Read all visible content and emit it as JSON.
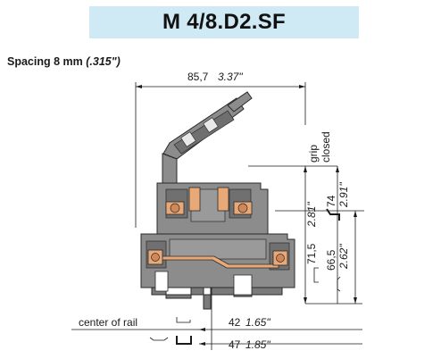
{
  "title": "M 4/8.D2.SF",
  "spacing": {
    "label": "Spacing 8 mm",
    "inch": "(.315\")"
  },
  "dimensions": {
    "width_mm": "85,7",
    "width_in": "3.37\"",
    "grip": "grip",
    "closed": "closed",
    "h1_mm": "71,5",
    "h1_in": "2.81\"",
    "h2_mm": "74",
    "h2_in": "2.91\"",
    "h3_mm": "66,5",
    "h3_in": "2.62\"",
    "center_of_rail": "center of rail",
    "d1_mm": "42",
    "d1_in": "1.65\"",
    "d2_mm": "47",
    "d2_in": "1.85\""
  },
  "colors": {
    "banner": "#cfe9f5",
    "body": "#8c8c8c",
    "body_dark": "#5e5e5e",
    "contact": "#e8a878",
    "outline": "#2a2a2a"
  }
}
